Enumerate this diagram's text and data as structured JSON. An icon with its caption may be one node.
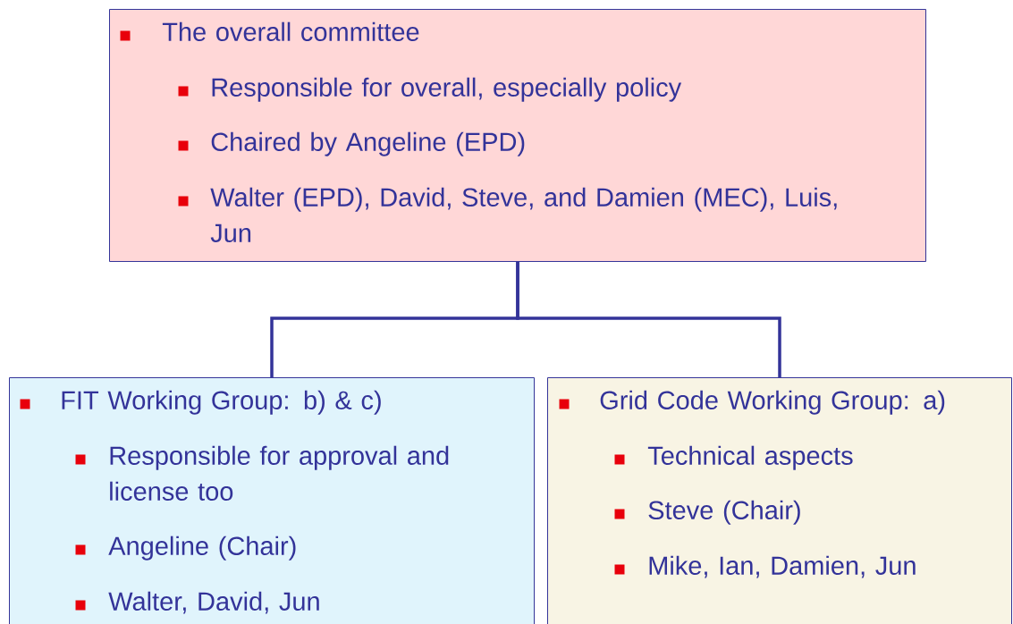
{
  "diagram": {
    "nodes": [
      {
        "text": [
          "The overall committee",
          "Responsible for overall, especially policy",
          "Chaired by Angeline (EPD)",
          "Walter (EPD), David, Steve, and Damien (MEC), Luis, Jun"
        ]
      },
      {
        "text": [
          "FIT Working Group: b) & c)",
          "Responsible for approval and license too",
          "Angeline (Chair)",
          "Walter, David, Jun"
        ]
      },
      {
        "text": [
          "Grid Code Working Group: a)",
          "Technical aspects",
          "Steve (Chair)",
          "Mike, Ian, Damien, Jun"
        ]
      }
    ],
    "edges": [
      {
        "from": 0,
        "to": 1,
        "arrow": "none"
      },
      {
        "from": 0,
        "to": 2,
        "arrow": "none"
      }
    ]
  }
}
